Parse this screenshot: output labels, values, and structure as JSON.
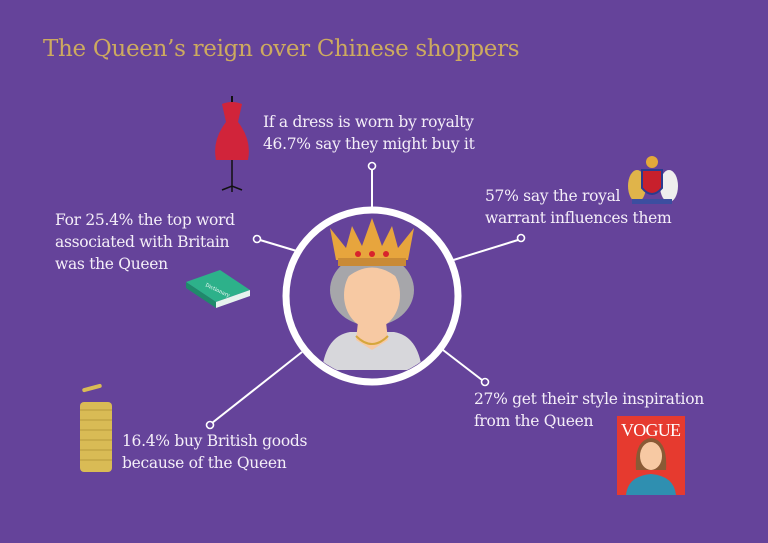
{
  "title": "The Queen’s reign over Chinese shoppers",
  "colors": {
    "background": "#65439a",
    "title": "#cdaa5f",
    "text": "#f4eef8",
    "lines": "#ffffff"
  },
  "facts": [
    {
      "id": "dress",
      "lines": [
        "If a dress is worn by royalty",
        "46.7% say they might buy it"
      ],
      "icon": "dress-mannequin-icon"
    },
    {
      "id": "word",
      "lines": [
        "For 25.4% the top word",
        "associated with Britain",
        "was the Queen"
      ],
      "icon": "dictionary-book-icon",
      "icon_label": "Dictionary"
    },
    {
      "id": "warrant",
      "lines": [
        "57% say the royal",
        "warrant influences them"
      ],
      "icon": "royal-coat-of-arms-icon"
    },
    {
      "id": "goods",
      "lines": [
        "16.4% buy British goods",
        "because of the Queen"
      ],
      "icon": "coin-stack-icon"
    },
    {
      "id": "style",
      "lines": [
        "27% get their style inspiration",
        "from the Queen"
      ],
      "icon": "vogue-magazine-icon",
      "icon_label": "VOGUE"
    }
  ],
  "center": {
    "icon": "queen-with-crown-icon"
  }
}
